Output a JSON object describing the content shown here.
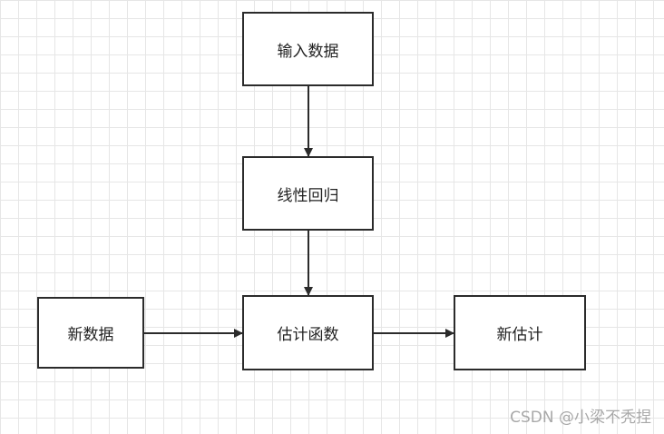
{
  "nodes": {
    "input_data": "输入数据",
    "linear_regression": "线性回归",
    "estimation_function": "估计函数",
    "new_data": "新数据",
    "new_estimate": "新估计"
  },
  "watermark": "CSDN @小梁不秃捏",
  "colors": {
    "stroke": "#2b2b2b",
    "grid": "#e6e6e6",
    "watermark": "#a8a8a8"
  }
}
